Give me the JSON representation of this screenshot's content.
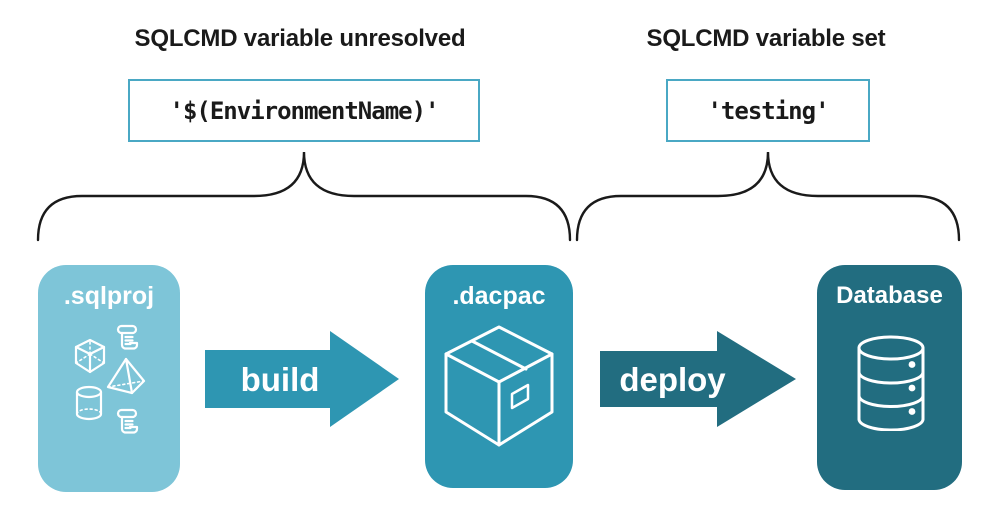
{
  "diagram": {
    "left_annotation": {
      "title": "SQLCMD variable unresolved",
      "code": "'$(EnvironmentName)'"
    },
    "right_annotation": {
      "title": "SQLCMD variable set",
      "code": "'testing'"
    },
    "pipeline": {
      "sqlproj_label": ".sqlproj",
      "build_label": "build",
      "dacpac_label": ".dacpac",
      "deploy_label": "deploy",
      "database_label": "Database"
    },
    "colors": {
      "sqlproj_fill": "#7EC5D8",
      "dacpac_fill": "#2E96B2",
      "database_fill": "#226D80",
      "build_arrow": "#2E96B2",
      "deploy_arrow": "#226D80",
      "code_border": "#4AA8C4",
      "brace_stroke": "#1A1A1A",
      "heading_text": "#1A1A1A",
      "label_text": "#FFFFFF"
    }
  }
}
